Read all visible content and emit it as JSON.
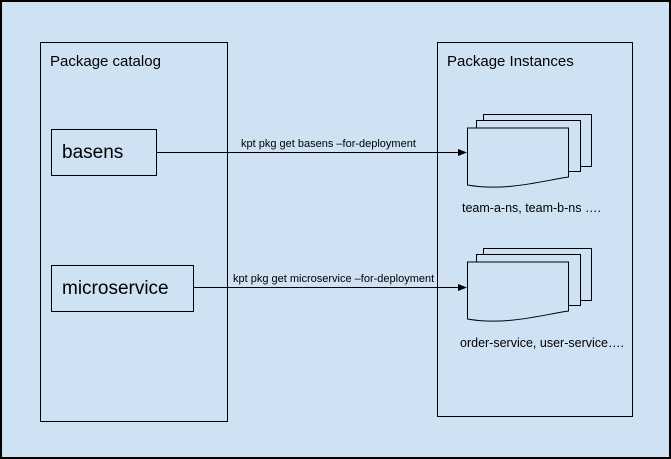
{
  "colors": {
    "background": "#cfe2f3",
    "line": "#000000"
  },
  "catalog": {
    "title": "Package catalog",
    "packages": [
      {
        "name": "basens"
      },
      {
        "name": "microservice"
      }
    ]
  },
  "instances": {
    "title": "Package Instances",
    "groups": [
      {
        "icon": "document-stack-icon",
        "caption": "team-a-ns, team-b-ns …."
      },
      {
        "icon": "document-stack-icon",
        "caption": "order-service, user-service…."
      }
    ]
  },
  "arrows": [
    {
      "label": "kpt pkg get basens –for-deployment",
      "from": "basens",
      "to": "instances-group-1"
    },
    {
      "label": "kpt pkg get microservice –for-deployment",
      "from": "microservice",
      "to": "instances-group-2"
    }
  ]
}
